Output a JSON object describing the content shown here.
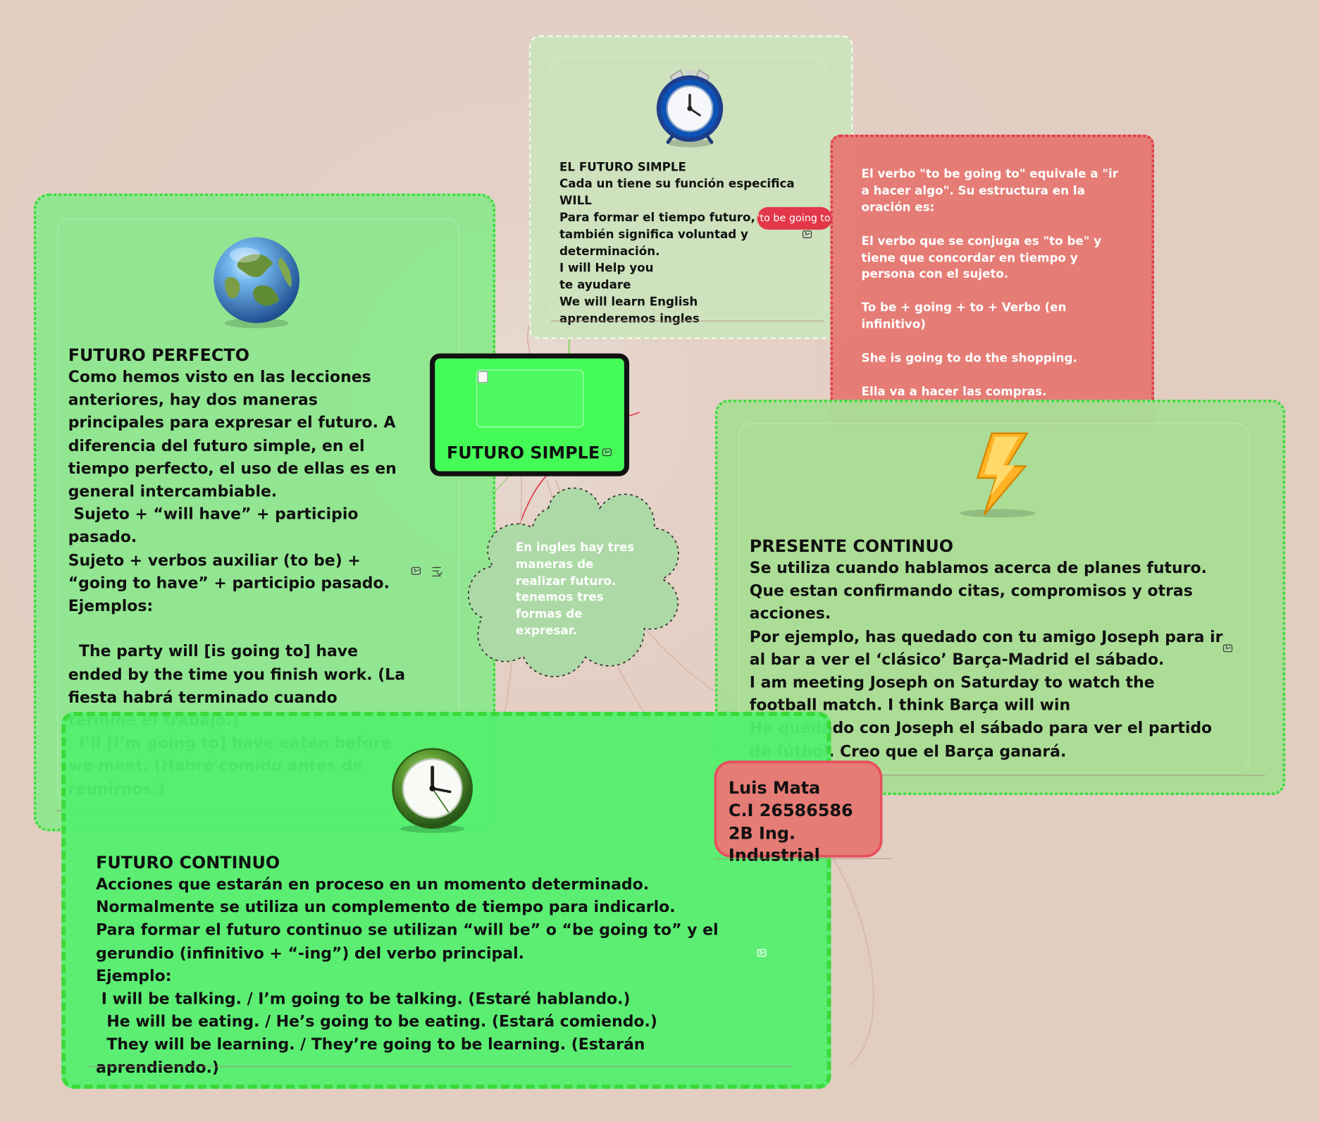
{
  "colors": {
    "canvas_bg": "#e4cfc4",
    "green_box": "#8fe78f",
    "green_border": "#3ad93a",
    "bright_green": "#53ef6f",
    "light_green": "#a9dd95",
    "sage_green": "#cde2bd",
    "red_box": "#e57a72",
    "red_label": "#e23749",
    "main_green": "#44fb58",
    "main_border": "#111111",
    "cloud_green": "#add9a6",
    "info_red": "#e57c75"
  },
  "central_topic": {
    "title": "FUTURO SIMPLE",
    "icon": "image-icon"
  },
  "futuro_perfecto": {
    "title": "FUTURO PERFECTO",
    "body": "Como hemos visto en las lecciones anteriores, hay dos maneras principales para expresar el futuro. A diferencia del futuro simple, en el tiempo perfecto, el uso de ellas es en general intercambiable.\n Sujeto + “will have” + participio pasado.\nSujeto + verbos auxiliar (to be) + “going to have” + participio pasado.\nEjemplos:\n\n  The party will [is going to] have ended by the time you finish work. (La fiesta habrá terminado cuando termine el trabajo.)\n  I’ll [I’m going to] have eaten before we meet. (Habré comido antes de reunirnos.)",
    "icon": "globe-icon"
  },
  "futuro_simple_box": {
    "title": "EL FUTURO SIMPLE",
    "body": "Cada un tiene su función especifica\nWILL\nPara formar el tiempo futuro, también significa voluntad y determinación.\nI will Help you\nte ayudare\nWe will learn English\naprenderemos ingles",
    "icon": "alarm-clock-icon"
  },
  "relation_label": {
    "text": "'to be going to'"
  },
  "going_to_box": {
    "body": "El verbo \"to be going to\" equivale a \"ir a hacer algo\". Su estructura en la oración es:\n\nEl verbo que se conjuga es \"to be\" y tiene que concordar en tiempo y persona con el sujeto.\n\nTo be + going + to + Verbo (en infinitivo)\n\nShe is going to do the shopping.\n\nElla va a hacer las compras."
  },
  "cloud_note": {
    "body": "En ingles hay tres maneras de realizar futuro. tenemos tres formas de expresar."
  },
  "presente_continuo": {
    "title": "PRESENTE CONTINUO",
    "body": "Se utiliza cuando hablamos acerca de planes futuro. Que estan confirmando citas, compromisos y otras acciones.\nPor ejemplo, has quedado con tu amigo Joseph para ir al bar a ver el ‘clásico’ Barça-Madrid el sábado.\nI am meeting Joseph on Saturday to watch the football match. I think Barça will win\nHe quedado con Joseph el sábado para ver el partido de fútbol. Creo que el Barça ganará.",
    "icon": "lightning-icon"
  },
  "futuro_continuo": {
    "title": "FUTURO CONTINUO",
    "body": "Acciones que estarán en proceso en un momento determinado. Normalmente se utiliza un complemento de tiempo para indicarlo.\nPara formar el futuro continuo se utilizan “will be” o “be going to” y el gerundio (infinitivo + “-ing”) del verbo principal.\nEjemplo:\n I will be talking. / I’m going to be talking. (Estaré hablando.)\n  He will be eating. / He’s going to be eating. (Estará comiendo.)\n  They will be learning. / They’re going to be learning. (Estarán aprendiendo.)",
    "icon": "wall-clock-icon"
  },
  "author": {
    "name": "Luis Mata",
    "id": "C.I 26586586",
    "course": "2B Ing. Industrial"
  }
}
